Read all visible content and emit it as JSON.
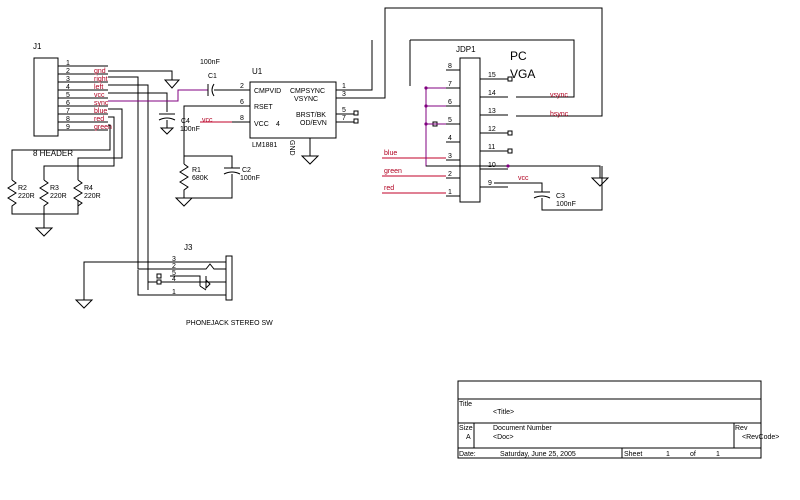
{
  "j1": {
    "ref": "J1",
    "name": "8 HEADER",
    "pins": [
      {
        "num": "1",
        "net": ""
      },
      {
        "num": "2",
        "net": "gnd"
      },
      {
        "num": "3",
        "net": "right"
      },
      {
        "num": "4",
        "net": "left"
      },
      {
        "num": "5",
        "net": "vcc"
      },
      {
        "num": "6",
        "net": "sync"
      },
      {
        "num": "7",
        "net": "blue"
      },
      {
        "num": "8",
        "net": "red"
      },
      {
        "num": "9",
        "net": "green"
      }
    ]
  },
  "resistors": [
    {
      "ref": "R2",
      "value": "220R"
    },
    {
      "ref": "R3",
      "value": "220R"
    },
    {
      "ref": "R4",
      "value": "220R"
    }
  ],
  "c1": {
    "ref": "C1",
    "value": "100nF"
  },
  "c4": {
    "ref": "C4",
    "value": "100nF"
  },
  "r1": {
    "ref": "R1",
    "value": "680K"
  },
  "c2": {
    "ref": "C2",
    "value": "100nF"
  },
  "c3": {
    "ref": "C3",
    "value": "100nF"
  },
  "u1": {
    "ref": "U1",
    "part": "LM1881",
    "pins_left": [
      {
        "num": "2",
        "label": "CMPVID"
      },
      {
        "num": "6",
        "label": "RSET"
      },
      {
        "num": "8",
        "label": "VCC"
      }
    ],
    "pins_right": [
      {
        "num": "1",
        "label": "CMPSYNC"
      },
      {
        "num": "3",
        "label": "VSYNC"
      },
      {
        "num": "5",
        "label": "BRST/BK"
      },
      {
        "num": "7",
        "label": "OD/EVN"
      }
    ],
    "gnd_label": "GND",
    "gnd_num": "4",
    "vcc_net": "vcc"
  },
  "jdp1": {
    "ref": "JDP1",
    "title_line1": "PC",
    "title_line2": "VGA",
    "left_pins": [
      "8",
      "7",
      "6",
      "5",
      "4",
      "3",
      "2",
      "1"
    ],
    "right_pins": [
      "15",
      "14",
      "13",
      "12",
      "11",
      "10",
      "9"
    ],
    "nets": {
      "vsync": "vsync",
      "hsync": "hsync",
      "blue": "blue",
      "green": "green",
      "red": "red",
      "vcc": "vcc"
    }
  },
  "j3": {
    "ref": "J3",
    "name": "PHONEJACK STEREO SW",
    "pins": [
      "3",
      "2",
      "5",
      "4",
      "1"
    ]
  },
  "title_block": {
    "title_label": "Title",
    "title_value": "<Title>",
    "size_label": "Size",
    "size_value": "A",
    "doc_label": "Document Number",
    "doc_value": "<Doc>",
    "rev_label": "Rev",
    "rev_value": "<RevCode>",
    "date_label": "Date:",
    "date_value": "Saturday, June 25, 2005",
    "sheet_label": "Sheet",
    "sheet_value": "1",
    "of_label": "of",
    "of_value": "1"
  }
}
